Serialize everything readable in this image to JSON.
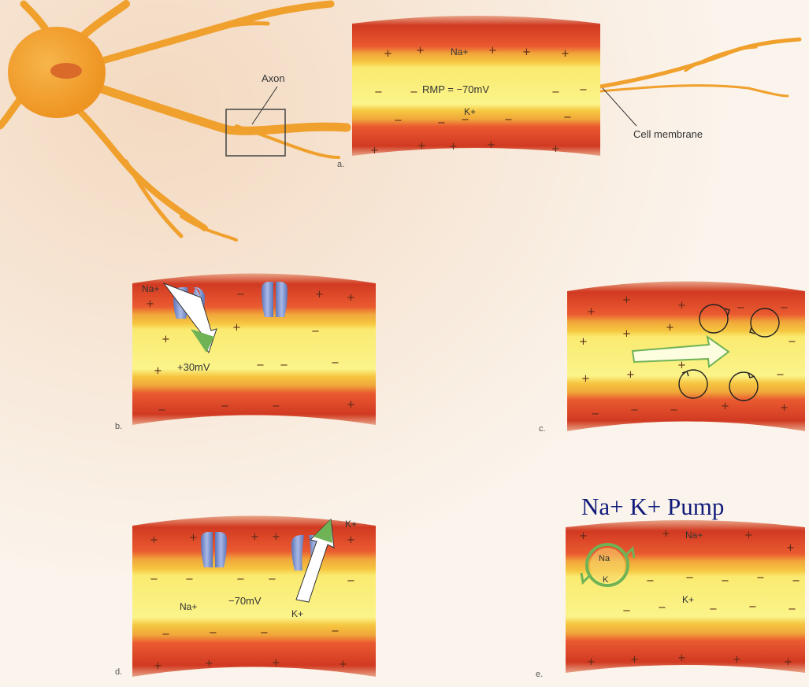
{
  "panel_a": {
    "label_axon": "Axon",
    "label_cell_membrane": "Cell membrane",
    "ion_na": "Na+",
    "ion_k": "K+",
    "rmp": "RMP = −70mV",
    "letter": "a."
  },
  "panel_b": {
    "ion_na": "Na+",
    "voltage": "+30mV",
    "letter": "b."
  },
  "panel_c": {
    "letter": "c."
  },
  "panel_d": {
    "ion_na": "Na+",
    "ion_k_out": "K+",
    "ion_k_in": "K+",
    "voltage": "−70mV",
    "letter": "d."
  },
  "panel_e": {
    "title": "Na+ K+ Pump",
    "ion_na": "Na+",
    "ion_k": "K+",
    "pump_na": "Na",
    "pump_k": "K",
    "letter": "e."
  },
  "colors": {
    "extracellular_red": "#d9442a",
    "membrane_orange": "#f3b23c",
    "cytoplasm_yellow": "#fbf27a",
    "channel_blue": "#7f96d6",
    "arrow_green": "#8ec77a",
    "neuron_orange": "#f4a72a",
    "title_blue": "#0f1a7a"
  }
}
